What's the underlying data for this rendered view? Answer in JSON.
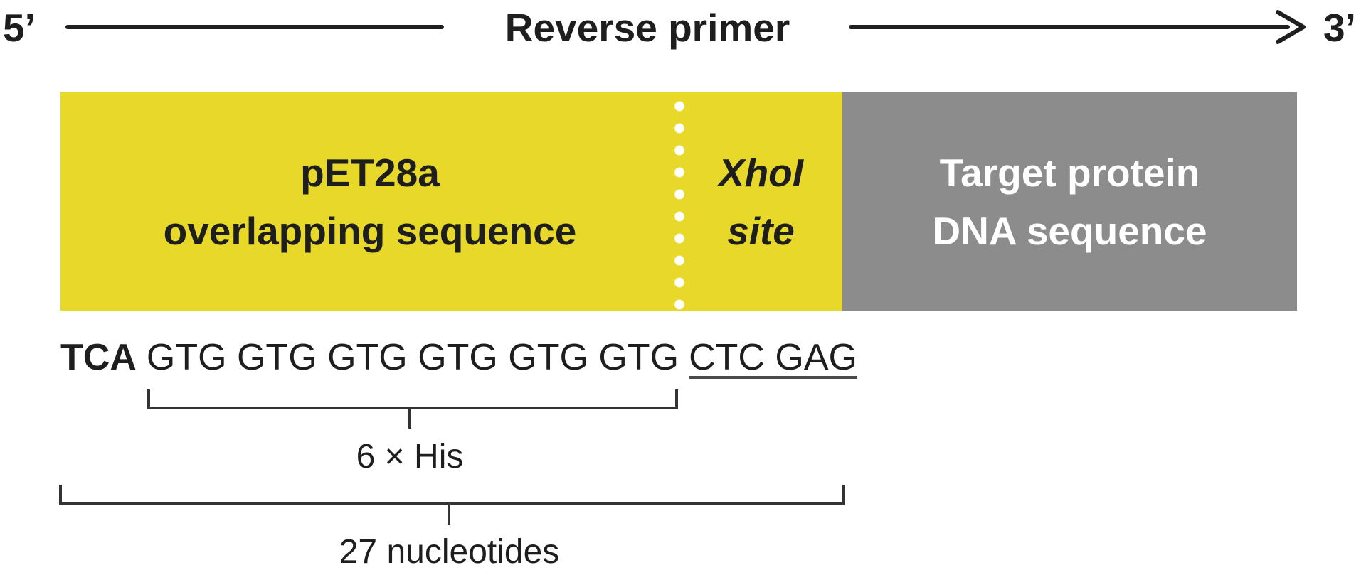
{
  "orientation": {
    "five_prime": "5’",
    "three_prime": "3’",
    "title": "Reverse primer"
  },
  "bar": {
    "sections": [
      {
        "id": "pet28a-overlap",
        "line1": "pET28a",
        "line2": "overlapping sequence",
        "color": "#e7d829",
        "text_color": "#1e1e1e"
      },
      {
        "id": "xhoi-site",
        "line1": "XhoI",
        "line2": "site",
        "color": "#e7d829",
        "text_color": "#1e1e1e"
      },
      {
        "id": "target-protein",
        "line1": "Target protein",
        "line2": "DNA sequence",
        "color": "#8c8c8c",
        "text_color": "#ffffff"
      }
    ],
    "divider_dot_color": "#ffffff"
  },
  "sequence": {
    "overlap_codon": "TCA",
    "his_codons": "GTG GTG GTG GTG GTG GTG",
    "xhoi_codons": "CTC GAG"
  },
  "annotations": {
    "his_tag": {
      "label": "6 × His"
    },
    "total_length": {
      "label": "27 nucleotides"
    }
  },
  "colors": {
    "arrow_line": "#1f1f1f",
    "bracket": "#333333",
    "underline": "#4a4a4a",
    "background": "#ffffff"
  }
}
